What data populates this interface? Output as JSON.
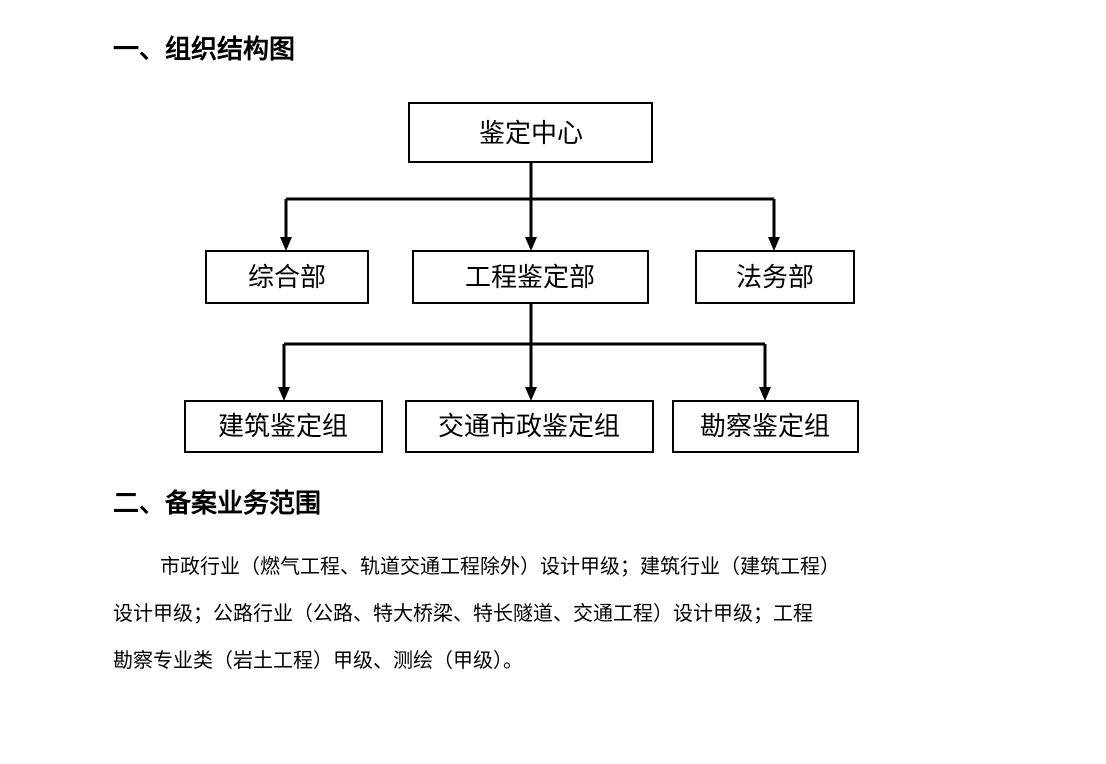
{
  "headings": {
    "org_structure": "一、组织结构图",
    "scope": "二、备案业务范围"
  },
  "org_chart": {
    "root": "鉴定中心",
    "level2": [
      "综合部",
      "工程鉴定部",
      "法务部"
    ],
    "level3": [
      "建筑鉴定组",
      "交通市政鉴定组",
      "勘察鉴定组"
    ]
  },
  "scope_text": {
    "lines": [
      "市政行业（燃气工程、轨道交通工程除外）设计甲级；建筑行业（建筑工程）",
      "设计甲级；公路行业（公路、特大桥梁、特长隧道、交通工程）设计甲级；工程",
      "勘察专业类（岩土工程）甲级、测绘（甲级）。"
    ]
  }
}
